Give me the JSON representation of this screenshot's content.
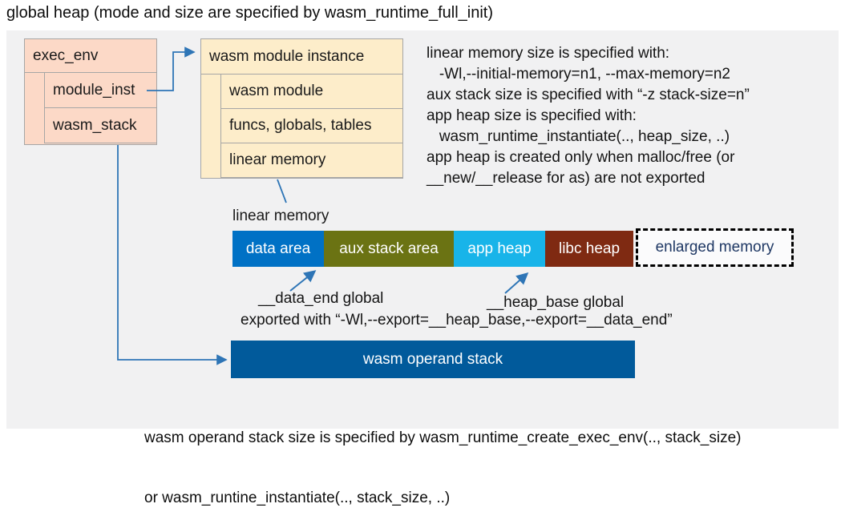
{
  "title": "global heap (mode and size are specified by wasm_runtime_full_init)",
  "exec_env": {
    "header": "exec_env",
    "rows": [
      {
        "label": "module_inst"
      },
      {
        "label": "wasm_stack"
      }
    ]
  },
  "module_instance": {
    "header": "wasm module instance",
    "rows": [
      {
        "label": "wasm module"
      },
      {
        "label": "funcs, globals, tables"
      },
      {
        "label": "linear memory"
      }
    ]
  },
  "notes": {
    "lines": [
      "linear memory size is specified with:",
      "   -Wl,--initial-memory=n1, --max-memory=n2",
      "aux stack size is specified with “-z stack-size=n”",
      "app heap size is specified with:",
      "   wasm_runtime_instantiate(.., heap_size, ..)",
      "app heap is created only when malloc/free (or",
      "__new/__release for as) are not exported"
    ]
  },
  "linear_memory": {
    "label": "linear memory",
    "segments": [
      {
        "label": "data area",
        "color": "#0071c5"
      },
      {
        "label": "aux stack area",
        "color": "#6b7313"
      },
      {
        "label": "app heap",
        "color": "#18b4e9"
      },
      {
        "label": "libc heap",
        "color": "#7f2a12"
      }
    ],
    "enlarged": {
      "label": "enlarged memory",
      "text_color": "#1f3864"
    }
  },
  "annotations": {
    "data_end": "__data_end global",
    "heap_base": "__heap_base global",
    "exported": "exported with “-Wl,--export=__heap_base,--export=__data_end”"
  },
  "operand_stack": {
    "label": "wasm operand stack",
    "color": "#015a9b",
    "note_line1": "wasm operand stack size is specified by wasm_runtime_create_exec_env(.., stack_size)",
    "note_line2": "or wasm_runtine_instantiate(.., stack_size, ..)"
  },
  "colors": {
    "panel_bg": "#f1f1f2",
    "struct_pink": "#fcd9c7",
    "struct_cream": "#fdedca",
    "struct_border": "#a6a6a6",
    "connector_blue": "#2e75b6"
  }
}
